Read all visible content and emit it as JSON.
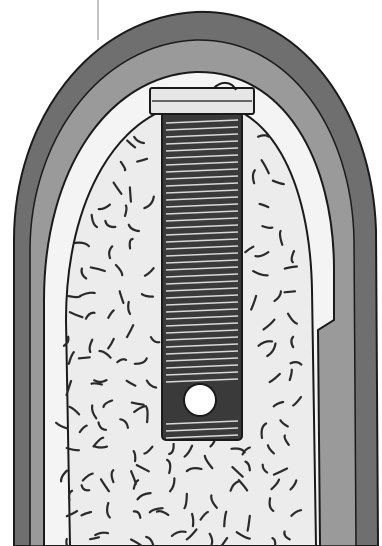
{
  "figure": {
    "printed_text": [],
    "colors": {
      "background": "#ffffff",
      "outer_tissue": "#6f6f6f",
      "inner_tissue": "#9a9a9a",
      "bone_fill": "#ececec",
      "bone_pattern": "#2a2a2a",
      "implant_body": "#3a3a3a",
      "implant_thread": "#d8d8d8",
      "cover_screw": "#e6e6e6",
      "outline": "#1a1a1a",
      "marker_dot": "#ffffff"
    },
    "parts": [
      "outer-soft-tissue",
      "inner-soft-tissue",
      "cortical-bone-layer",
      "cancellous-bone",
      "implant-body",
      "implant-threads",
      "cover-screw",
      "apical-hole"
    ]
  }
}
